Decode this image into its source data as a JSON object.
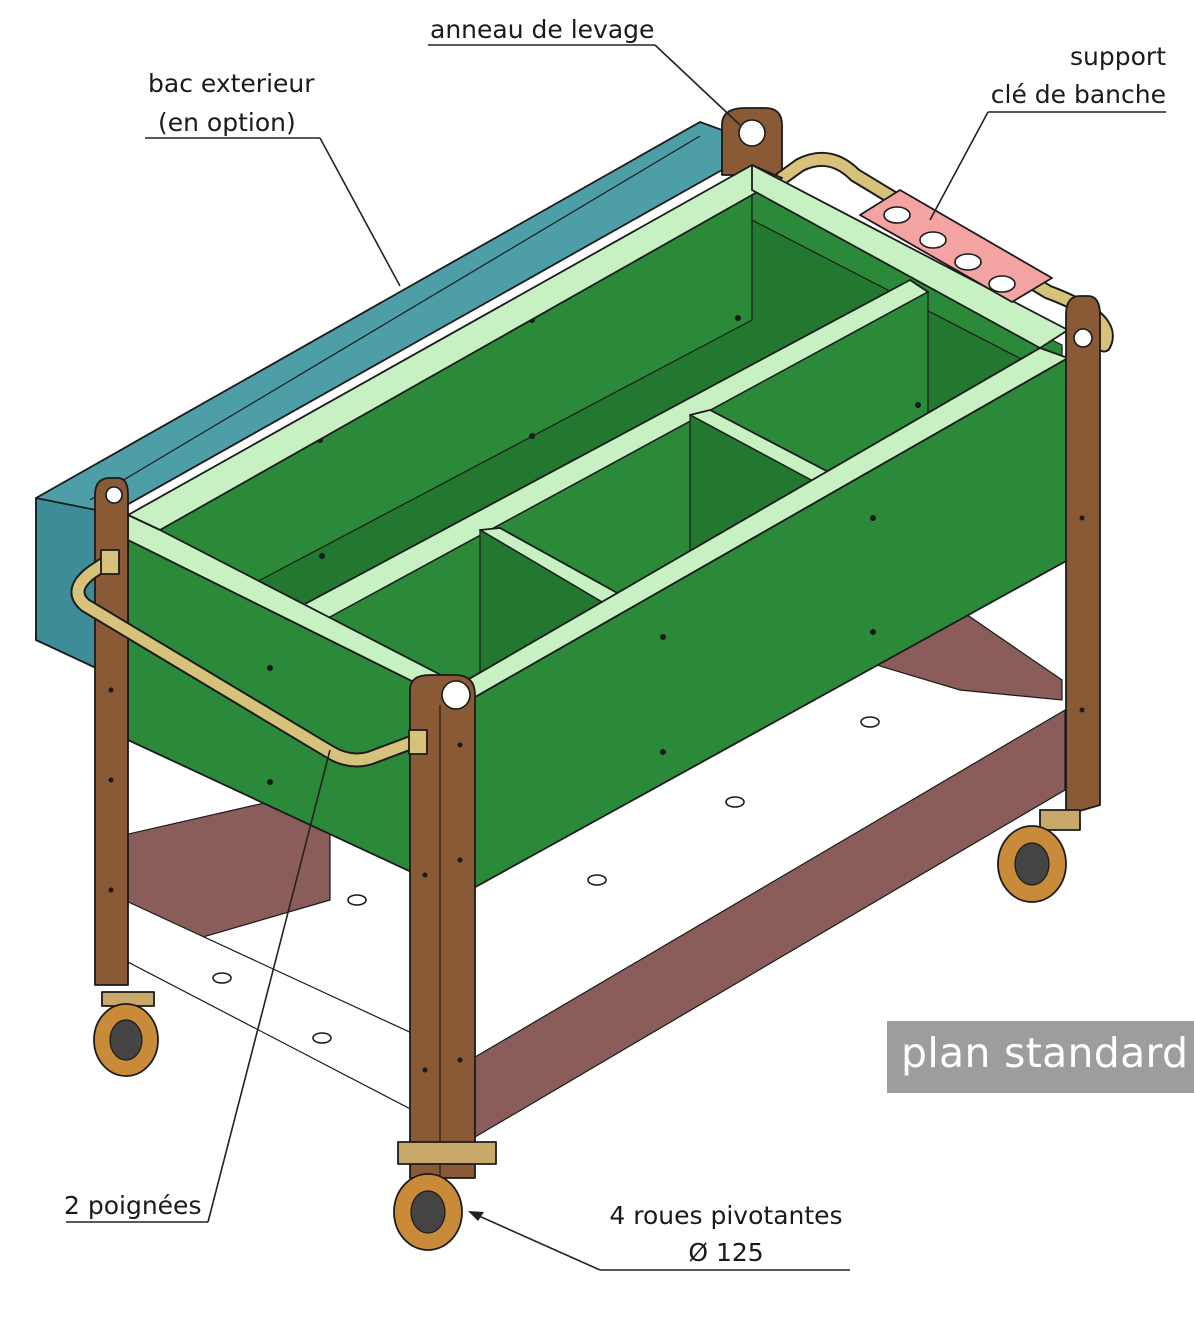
{
  "labels": {
    "lifting_ring": "anneau de levage",
    "outer_tray_line1": "bac exterieur",
    "outer_tray_line2": "(en option)",
    "key_holder_line1": "support",
    "key_holder_line2": "clé de banche",
    "handles": "2 poignées",
    "wheels_line1": "4 roues pivotantes",
    "wheels_line2": "Ø 125"
  },
  "badge": {
    "text": "plan standard"
  },
  "colors": {
    "frame": "#8a5a36",
    "bin_front": "#2b8a3a",
    "bin_inside": "#23782f",
    "rim": "#c7f0c3",
    "outer_tray": "#4e9ea8",
    "handle": "#d6c27a",
    "key_plate": "#f4a3a3",
    "bottom_shadow": "#8a5c5a",
    "wheel": "#c98b3a",
    "badge_bg": "#9d9d9d"
  }
}
